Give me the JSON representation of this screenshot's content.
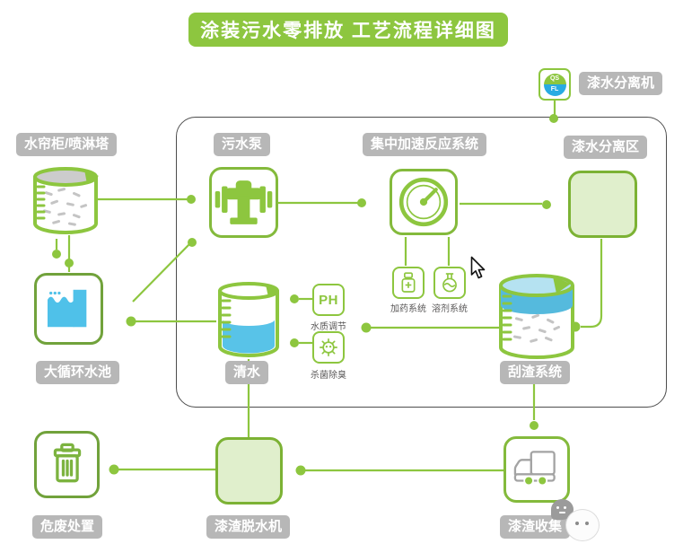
{
  "title": "涂装污水零排放 工艺流程详细图",
  "colors": {
    "green": "#8dc63f",
    "light_green_fill": "#e0efcc",
    "gray_label": "#b7b7b7",
    "container_border": "#4d4d4d",
    "water_blue": "#4fc1e9",
    "logo_blue": "#29abe2"
  },
  "separator_unit": {
    "label": "漆水分离机",
    "logo_top": "QS",
    "logo_bottom": "FL"
  },
  "nodes": {
    "water_curtain": {
      "label": "水帘柜/喷淋塔"
    },
    "sewage_pump": {
      "label": "污水泵"
    },
    "reaction_system": {
      "label": "集中加速反应系统"
    },
    "separation_zone": {
      "label": "漆水分离区"
    },
    "circulation_pool": {
      "label": "大循环水池"
    },
    "clean_water": {
      "label": "清水"
    },
    "ph": {
      "label": "PH",
      "caption": "水质调节"
    },
    "sterilize": {
      "caption": "杀菌除臭"
    },
    "dosing": {
      "caption": "加药系统"
    },
    "solvent": {
      "caption": "溶剂系统"
    },
    "scraper": {
      "label": "刮渣系统"
    },
    "hazard_disposal": {
      "label": "危废处置"
    },
    "dewatering": {
      "label": "漆渣脱水机"
    },
    "residue_collection": {
      "label": "漆渣收集"
    }
  }
}
